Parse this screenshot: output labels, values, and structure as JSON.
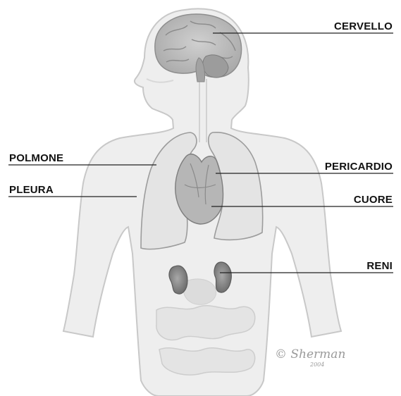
{
  "labels": {
    "brain": "CERVELLO",
    "lung": "POLMONE",
    "pleura": "PLEURA",
    "pericardium": "PERICARDIO",
    "heart": "CUORE",
    "kidneys": "RENI"
  },
  "signature": {
    "name": "© Sherman",
    "year": "2004"
  },
  "colors": {
    "skin": "#eeeeee",
    "outline": "#c8c8c8",
    "lung": "#e2e2e2",
    "brain": "#b8b8b8",
    "heart": "#b4b4b4",
    "kidney": "#7e7e7e",
    "label": "#111111"
  }
}
